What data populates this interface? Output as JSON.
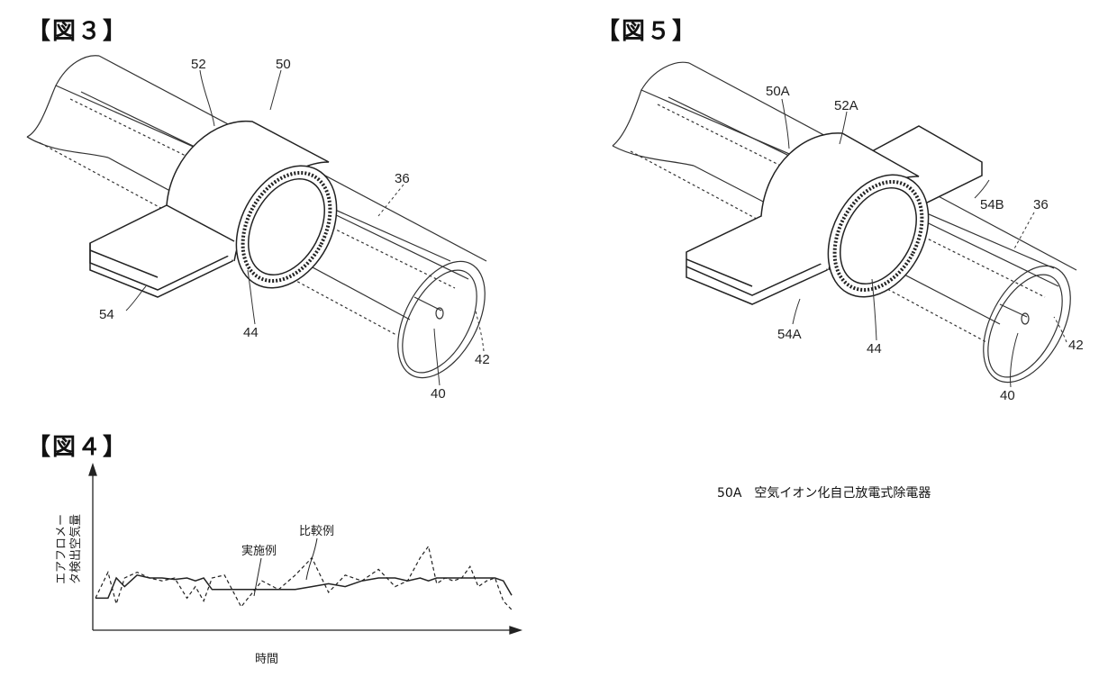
{
  "figures": {
    "fig3": {
      "title": "【図３】",
      "refs": {
        "r50": "50",
        "r52": "52",
        "r36": "36",
        "r54": "54",
        "r44": "44",
        "r40": "40",
        "r42": "42"
      }
    },
    "fig5": {
      "title": "【図５】",
      "refs": {
        "r50a": "50A",
        "r52a": "52A",
        "r54b": "54B",
        "r36": "36",
        "r54a": "54A",
        "r44": "44",
        "r40": "40",
        "r42": "42"
      },
      "caption": {
        "ref": "50A",
        "text": "空気イオン化自己放電式除電器"
      }
    },
    "fig4": {
      "title": "【図４】"
    }
  },
  "chart_data": {
    "type": "line",
    "title": "",
    "xlabel": "時間",
    "ylabel": "エアフロメータ検出空気量",
    "ylim": [
      0,
      100
    ],
    "x": [
      0,
      3,
      5,
      7,
      10,
      13,
      16,
      19,
      22,
      24,
      26,
      28,
      31,
      35,
      40,
      44,
      48,
      52,
      56,
      60,
      64,
      68,
      72,
      75,
      78,
      80,
      82,
      84,
      86,
      88,
      90,
      92,
      94,
      96,
      98,
      100
    ],
    "series": [
      {
        "name": "実施例",
        "style": "solid",
        "values": [
          16,
          16,
          30,
          24,
          32,
          30,
          30,
          29,
          30,
          28,
          30,
          22,
          22,
          22,
          22,
          22,
          22,
          24,
          26,
          24,
          28,
          30,
          30,
          28,
          30,
          28,
          30,
          30,
          30,
          30,
          30,
          30,
          30,
          30,
          28,
          18
        ]
      },
      {
        "name": "比較例",
        "style": "dashed",
        "values": [
          16,
          34,
          12,
          30,
          34,
          30,
          28,
          30,
          16,
          24,
          14,
          30,
          32,
          10,
          28,
          22,
          32,
          44,
          20,
          32,
          28,
          36,
          24,
          28,
          44,
          52,
          26,
          30,
          28,
          30,
          38,
          24,
          28,
          30,
          14,
          8
        ]
      }
    ],
    "annotations": [
      "実施例",
      "比較例"
    ]
  }
}
